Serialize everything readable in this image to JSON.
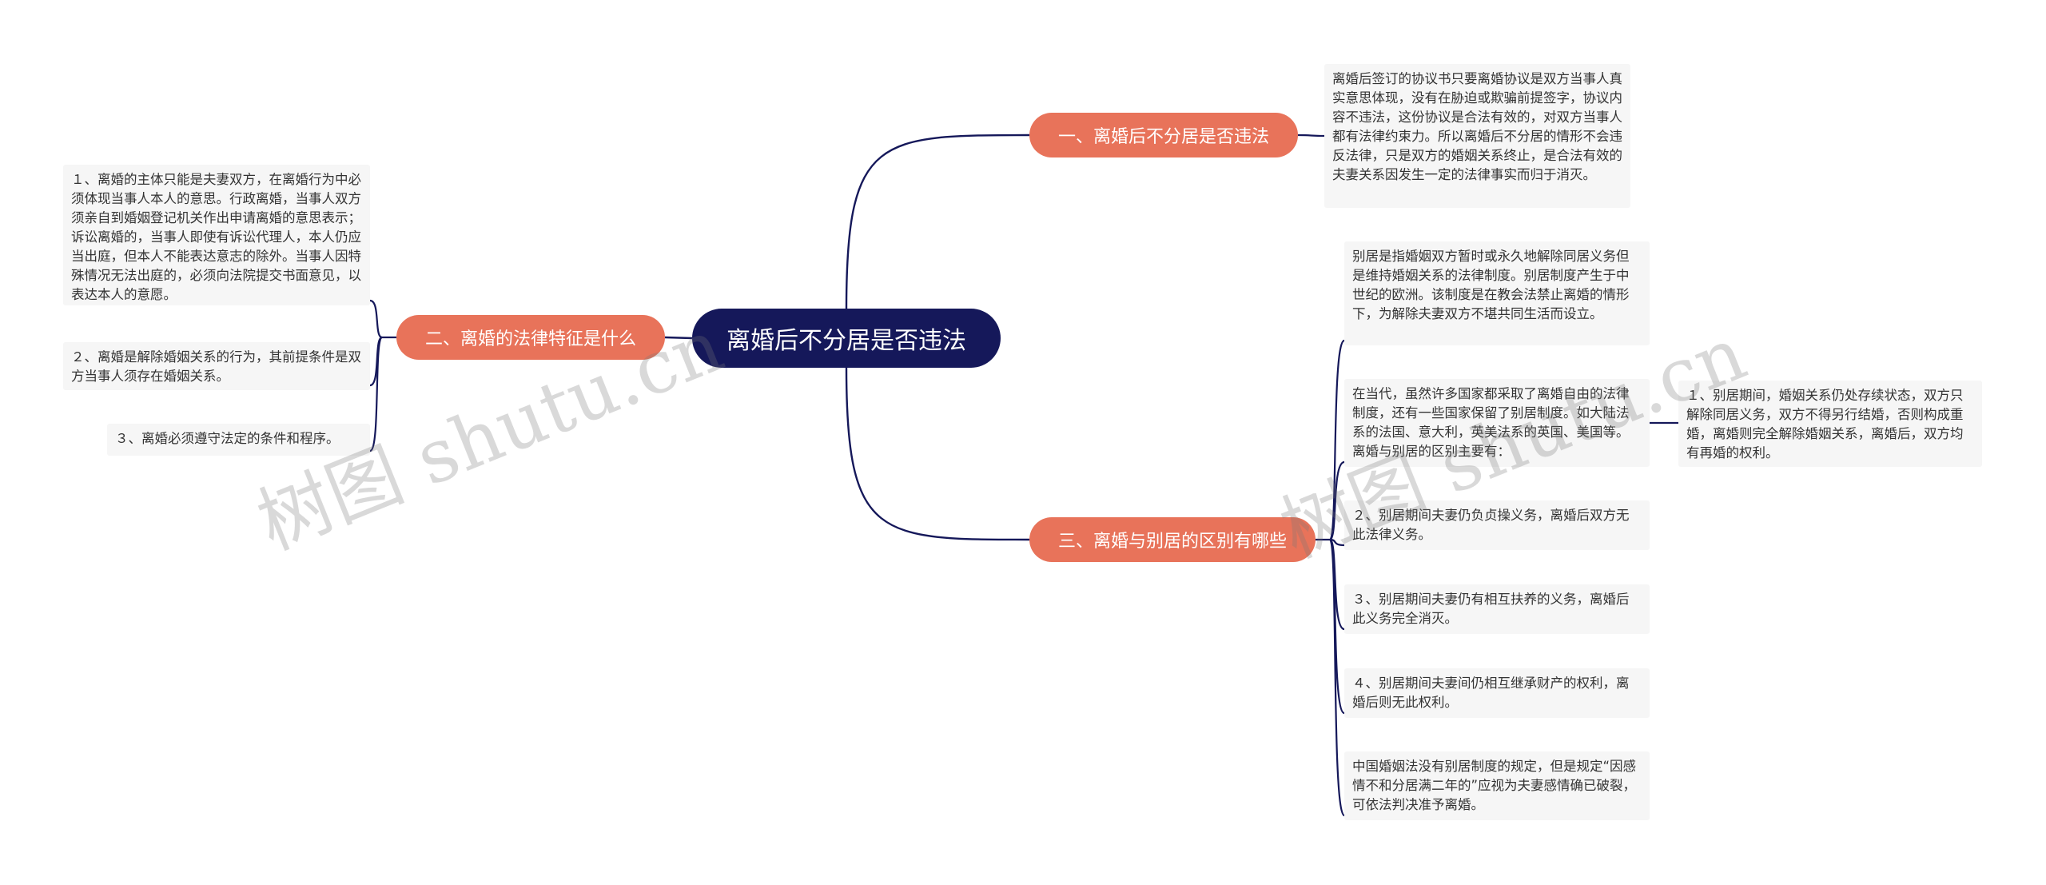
{
  "root": {
    "label": "离婚后不分居是否违法"
  },
  "branches": [
    {
      "label": "一、离婚后不分居是否违法",
      "items": [
        "离婚后签订的协议书只要离婚协议是双方当事人真实意思体现，没有在胁迫或欺骗前提签字，协议内容不违法，这份协议是合法有效的，对双方当事人都有法律约束力。所以离婚后不分居的情形不会违反法律，只是双方的婚姻关系终止，是合法有效的夫妻关系因发生一定的法律事实而归于消灭。"
      ]
    },
    {
      "label": "二、离婚的法律特征是什么",
      "items": [
        "１、离婚的主体只能是夫妻双方，在离婚行为中必须体现当事人本人的意思。行政离婚，当事人双方须亲自到婚姻登记机关作出申请离婚的意思表示；诉讼离婚的，当事人即使有诉讼代理人，本人仍应当出庭，但本人不能表达意志的除外。当事人因特殊情况无法出庭的，必须向法院提交书面意见，以表达本人的意愿。",
        "２、离婚是解除婚姻关系的行为，其前提条件是双方当事人须存在婚姻关系。",
        "３、离婚必须遵守法定的条件和程序。"
      ]
    },
    {
      "label": "三、离婚与别居的区别有哪些",
      "items": [
        "别居是指婚姻双方暂时或永久地解除同居义务但是维持婚姻关系的法律制度。别居制度产生于中世纪的欧洲。该制度是在教会法禁止离婚的情形下，为解除夫妻双方不堪共同生活而设立。",
        "在当代，虽然许多国家都采取了离婚自由的法律制度，还有一些国家保留了别居制度。如大陆法系的法国、意大利，英美法系的英国、美国等。离婚与别居的区别主要有：",
        "２、别居期间夫妻仍负贞操义务，离婚后双方无此法律义务。",
        "３、别居期间夫妻仍有相互扶养的义务，离婚后此义务完全消灭。",
        "４、别居期间夫妻间仍相互继承财产的权利，离婚后则无此权利。",
        "中国婚姻法没有别居制度的规定，但是规定“因感情不和分居满二年的”应视为夫妻感情确已破裂，可依法判决准予离婚。"
      ],
      "sub_items": [
        "１、别居期间，婚姻关系仍处存续状态，双方只解除同居义务，双方不得另行结婚，否则构成重婚，离婚则完全解除婚姻关系，离婚后，双方均有再婚的权利。"
      ]
    }
  ],
  "watermarks": [
    "树图 shutu.cn",
    "树图 shutu.cn"
  ],
  "colors": {
    "root_bg": "#15185a",
    "branch_bg": "#e8735a",
    "leaf_bg": "#f6f6f6",
    "line": "#15185a",
    "text": "#333333"
  }
}
